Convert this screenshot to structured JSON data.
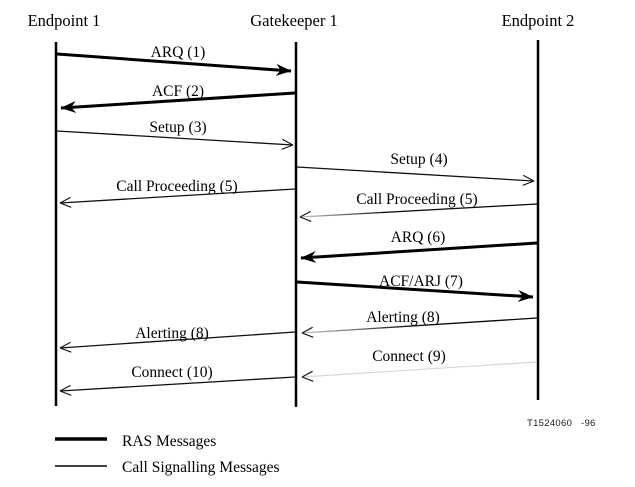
{
  "diagram": {
    "title_hint": "H.323 call establishment message sequence",
    "participants": [
      {
        "label": "Endpoint 1"
      },
      {
        "label": "Gatekeeper 1"
      },
      {
        "label": "Endpoint 2"
      }
    ],
    "messages": [
      {
        "label": "ARQ (1)",
        "from": "Endpoint 1",
        "to": "Gatekeeper 1",
        "type": "RAS"
      },
      {
        "label": "ACF (2)",
        "from": "Gatekeeper 1",
        "to": "Endpoint 1",
        "type": "RAS"
      },
      {
        "label": "Setup (3)",
        "from": "Endpoint 1",
        "to": "Gatekeeper 1",
        "type": "Call Signalling"
      },
      {
        "label": "Setup (4)",
        "from": "Gatekeeper 1",
        "to": "Endpoint 2",
        "type": "Call Signalling"
      },
      {
        "label": "Call Proceeding (5)",
        "from": "Gatekeeper 1",
        "to": "Endpoint 1",
        "type": "Call Signalling"
      },
      {
        "label": "Call Proceeding (5)",
        "from": "Endpoint 2",
        "to": "Gatekeeper 1",
        "type": "Call Signalling"
      },
      {
        "label": "ARQ (6)",
        "from": "Endpoint 2",
        "to": "Gatekeeper 1",
        "type": "RAS"
      },
      {
        "label": "ACF/ARJ (7)",
        "from": "Gatekeeper 1",
        "to": "Endpoint 2",
        "type": "RAS"
      },
      {
        "label": "Alerting (8)",
        "from": "Endpoint 2",
        "to": "Gatekeeper 1",
        "type": "Call Signalling"
      },
      {
        "label": "Alerting (8)",
        "from": "Gatekeeper 1",
        "to": "Endpoint 1",
        "type": "Call Signalling"
      },
      {
        "label": "Connect (9)",
        "from": "Endpoint 2",
        "to": "Gatekeeper 1",
        "type": "Call Signalling"
      },
      {
        "label": "Connect (10)",
        "from": "Gatekeeper 1",
        "to": "Endpoint 1",
        "type": "Call Signalling"
      }
    ],
    "legend": [
      {
        "style": "thick",
        "label": "RAS Messages"
      },
      {
        "style": "thin",
        "label": "Call Signalling Messages"
      }
    ],
    "figure_tag": "T1524060   -96",
    "colors": {
      "ink": "#000000",
      "faded_line": "#d8d8d8",
      "background": "#ffffff"
    }
  }
}
